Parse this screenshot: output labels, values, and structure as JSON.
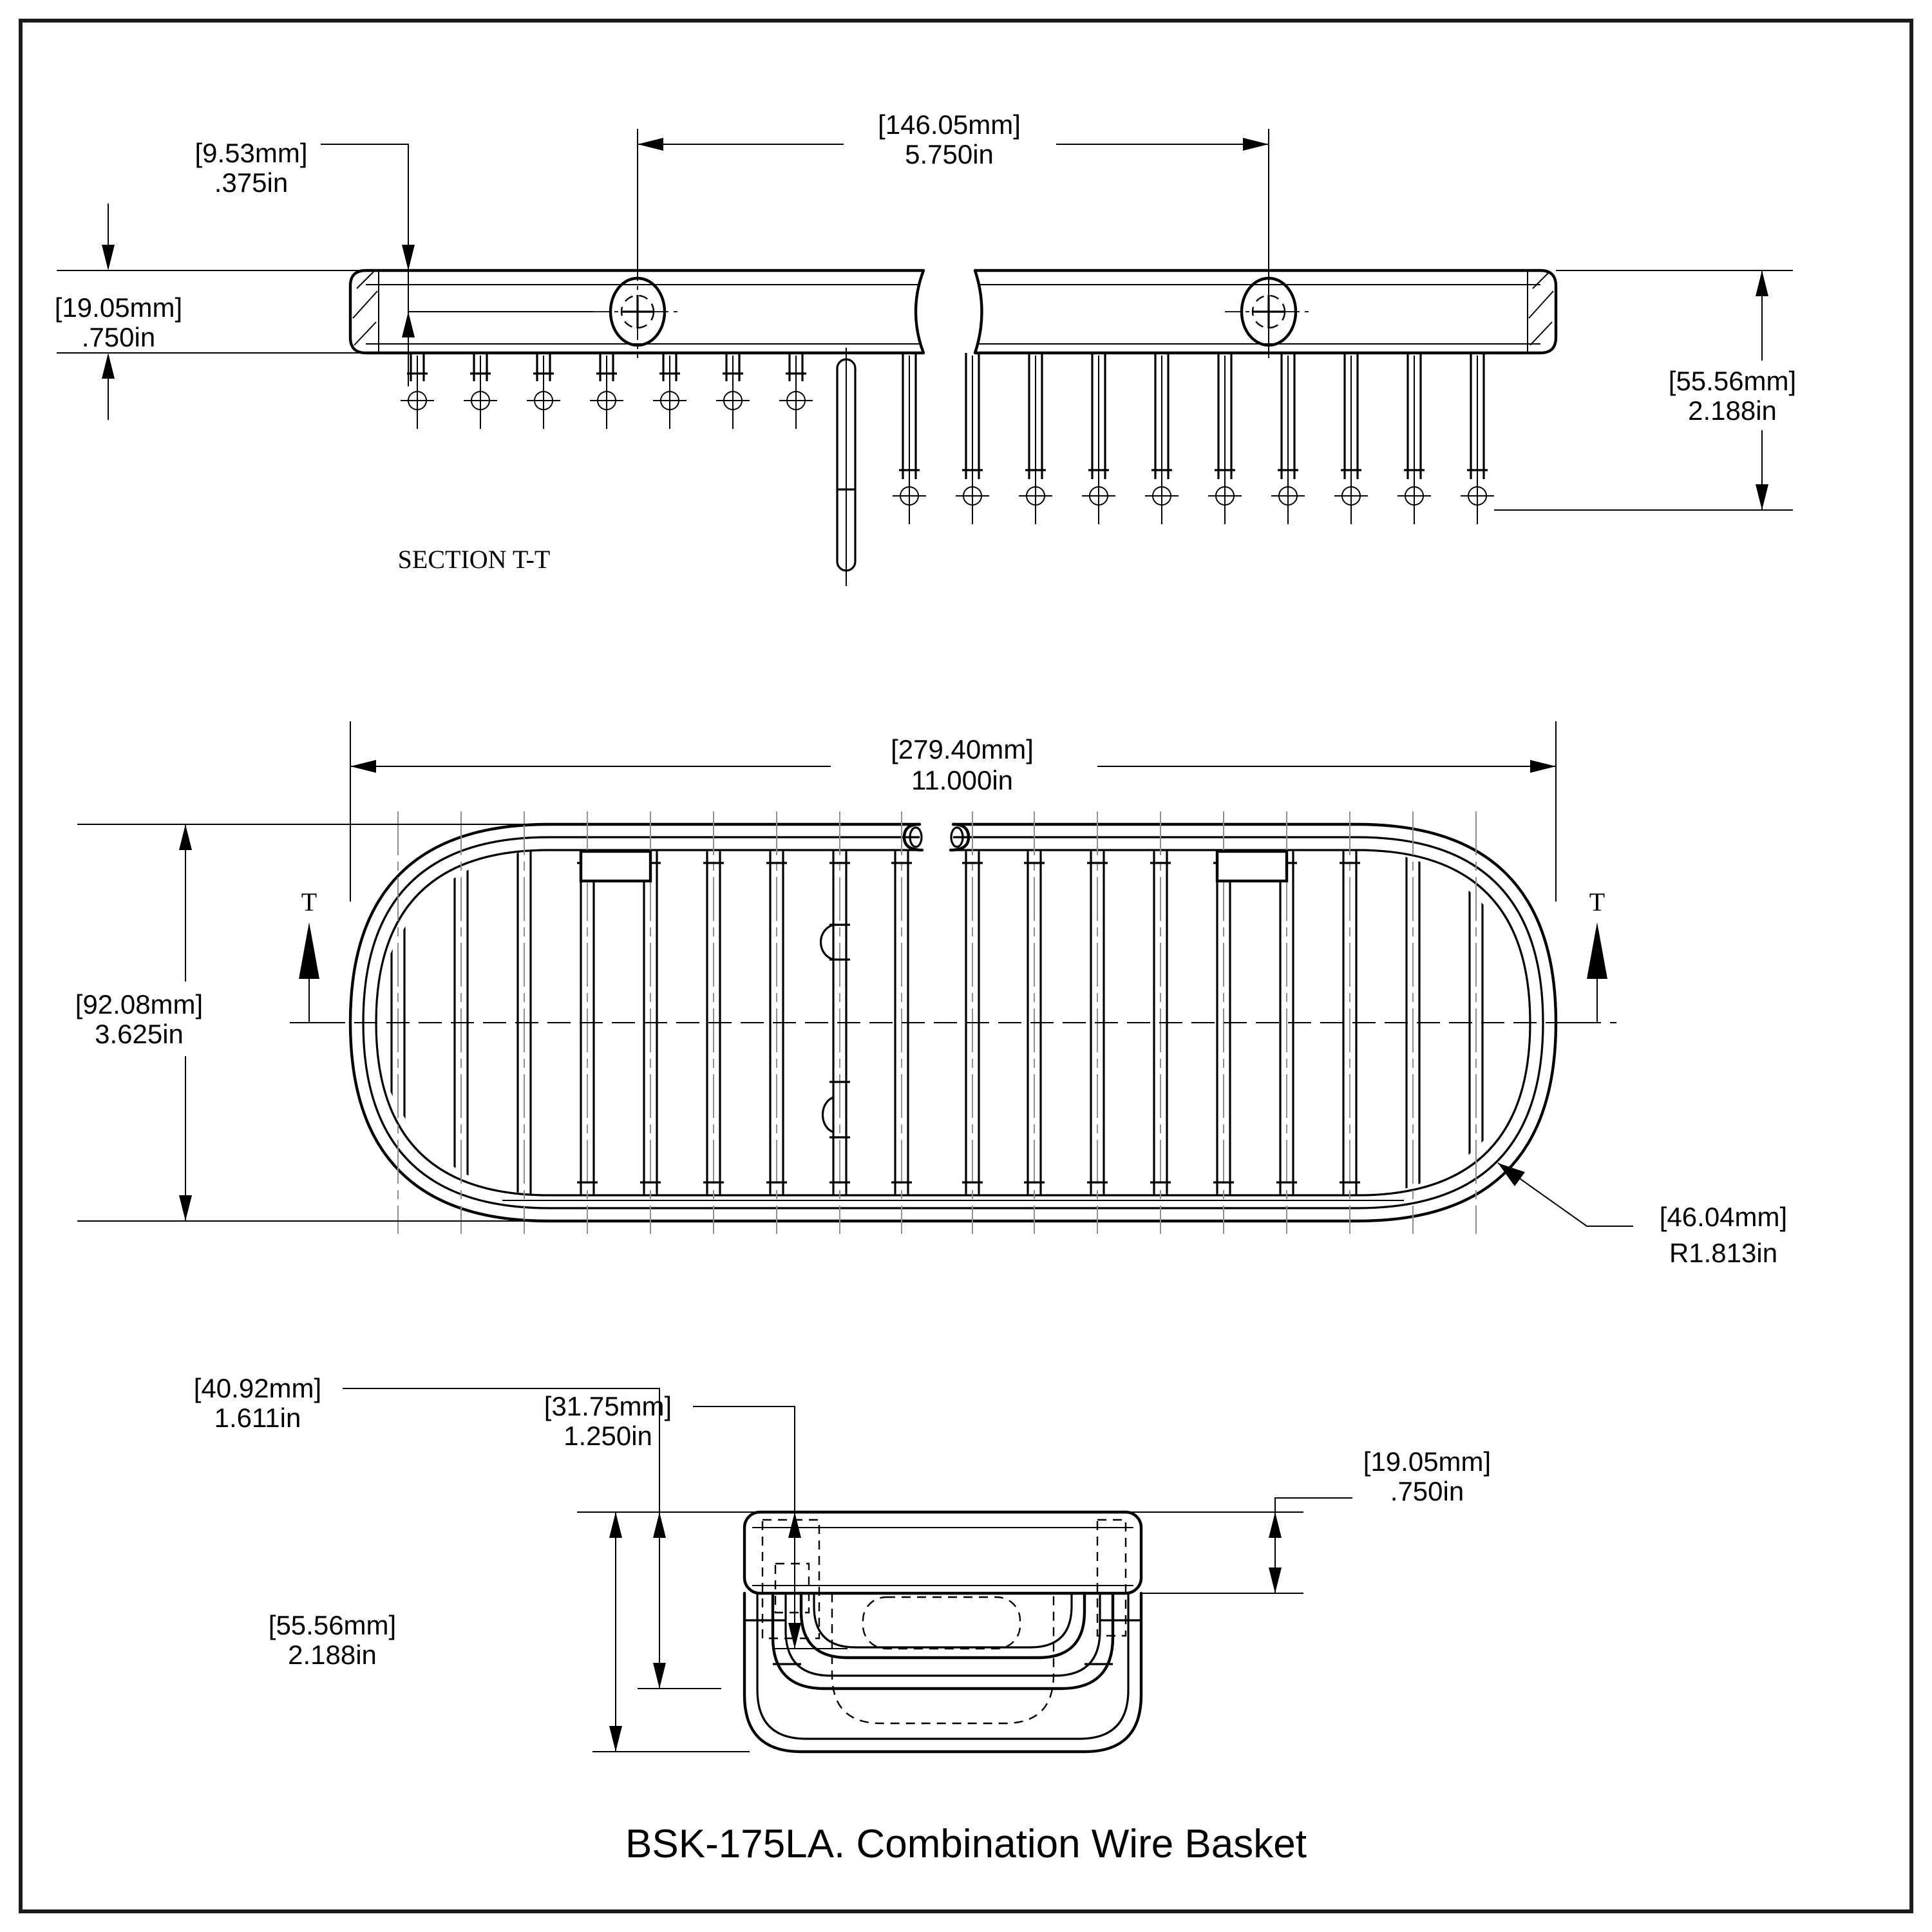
{
  "drawing": {
    "title": "BSK-175LA. Combination Wire Basket",
    "background": "#ffffff",
    "line_color": "#000000",
    "centerline_color": "#8f8f8f",
    "section_view": {
      "label": "SECTION T-T",
      "dims": {
        "screw_offset": {
          "mm": "[9.53mm]",
          "in": ".375in"
        },
        "hole_spacing": {
          "mm": "[146.05mm]",
          "in": "5.750in"
        },
        "rail_height": {
          "mm": "[19.05mm]",
          "in": ".750in"
        },
        "total_depth": {
          "mm": "[55.56mm]",
          "in": "2.188in"
        }
      }
    },
    "plan_view": {
      "section_marker_left": "T",
      "section_marker_right": "T",
      "dims": {
        "overall_length": {
          "mm": "[279.40mm]",
          "in": "11.000in"
        },
        "overall_width": {
          "mm": "[92.08mm]",
          "in": "3.625in"
        },
        "end_radius": {
          "mm": "[46.04mm]",
          "in": "R1.813in"
        }
      }
    },
    "side_view": {
      "dims": {
        "mid_depth": {
          "mm": "[40.92mm]",
          "in": "1.611in"
        },
        "handle_depth": {
          "mm": "[31.75mm]",
          "in": "1.250in"
        },
        "rail_height": {
          "mm": "[19.05mm]",
          "in": ".750in"
        },
        "total_height": {
          "mm": "[55.56mm]",
          "in": "2.188in"
        }
      }
    }
  }
}
